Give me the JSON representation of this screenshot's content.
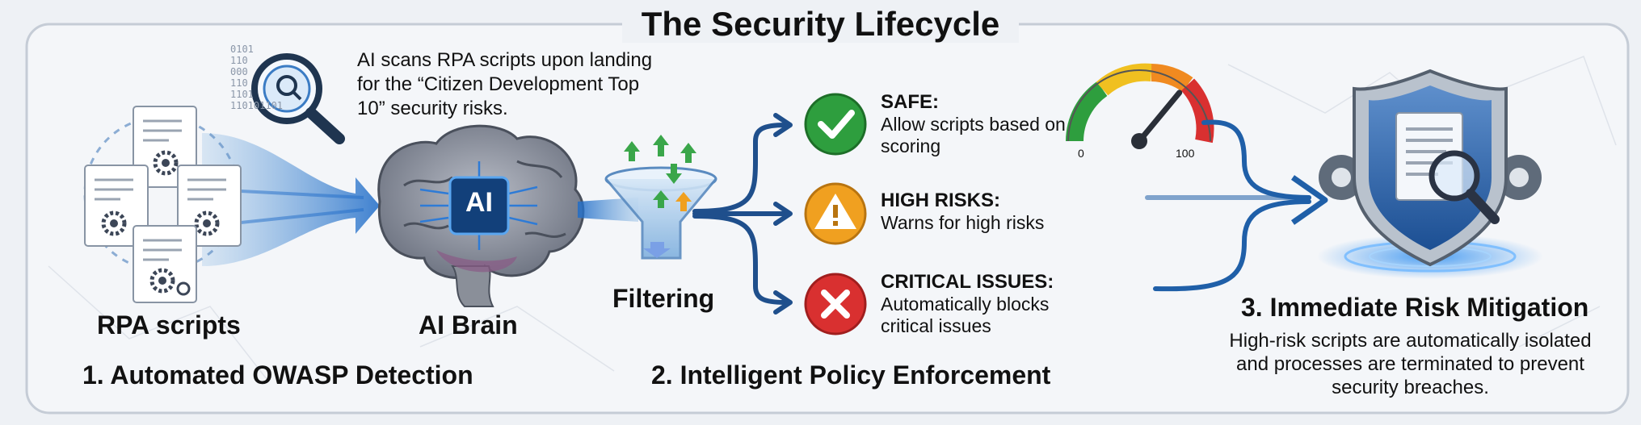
{
  "title": "The Security Lifecycle",
  "scan_note": "AI scans RPA scripts upon landing for the “Citizen Development Top 10” security risks.",
  "binary_text": [
    "0101",
    "110",
    "000",
    "110",
    "1101",
    "110101101"
  ],
  "labels": {
    "rpa_scripts": "RPA scripts",
    "ai_brain": "AI Brain",
    "ai_chip": "AI",
    "filtering": "Filtering"
  },
  "steps": [
    {
      "label": "1. Automated OWASP Detection"
    },
    {
      "label": "2. Intelligent Policy Enforcement"
    },
    {
      "label": "3. Immediate Risk Mitigation",
      "description": "High-risk scripts are automatically isolated and processes are terminated to prevent security breaches."
    }
  ],
  "outcomes": [
    {
      "title": "SAFE:",
      "description": "Allow scripts based on scoring",
      "color": "#2e9e3e",
      "icon": "check-icon"
    },
    {
      "title": "HIGH RISKS:",
      "description": "Warns for high risks",
      "color": "#f0a020",
      "icon": "warning-icon"
    },
    {
      "title": "CRITICAL ISSUES:",
      "description": "Automatically blocks critical issues",
      "color": "#d93030",
      "icon": "x-icon"
    }
  ],
  "gauge": {
    "min": "0",
    "max": "100",
    "value": 72
  },
  "colors": {
    "accent": "#1f5fa8",
    "frame": "#c5ccd6"
  }
}
